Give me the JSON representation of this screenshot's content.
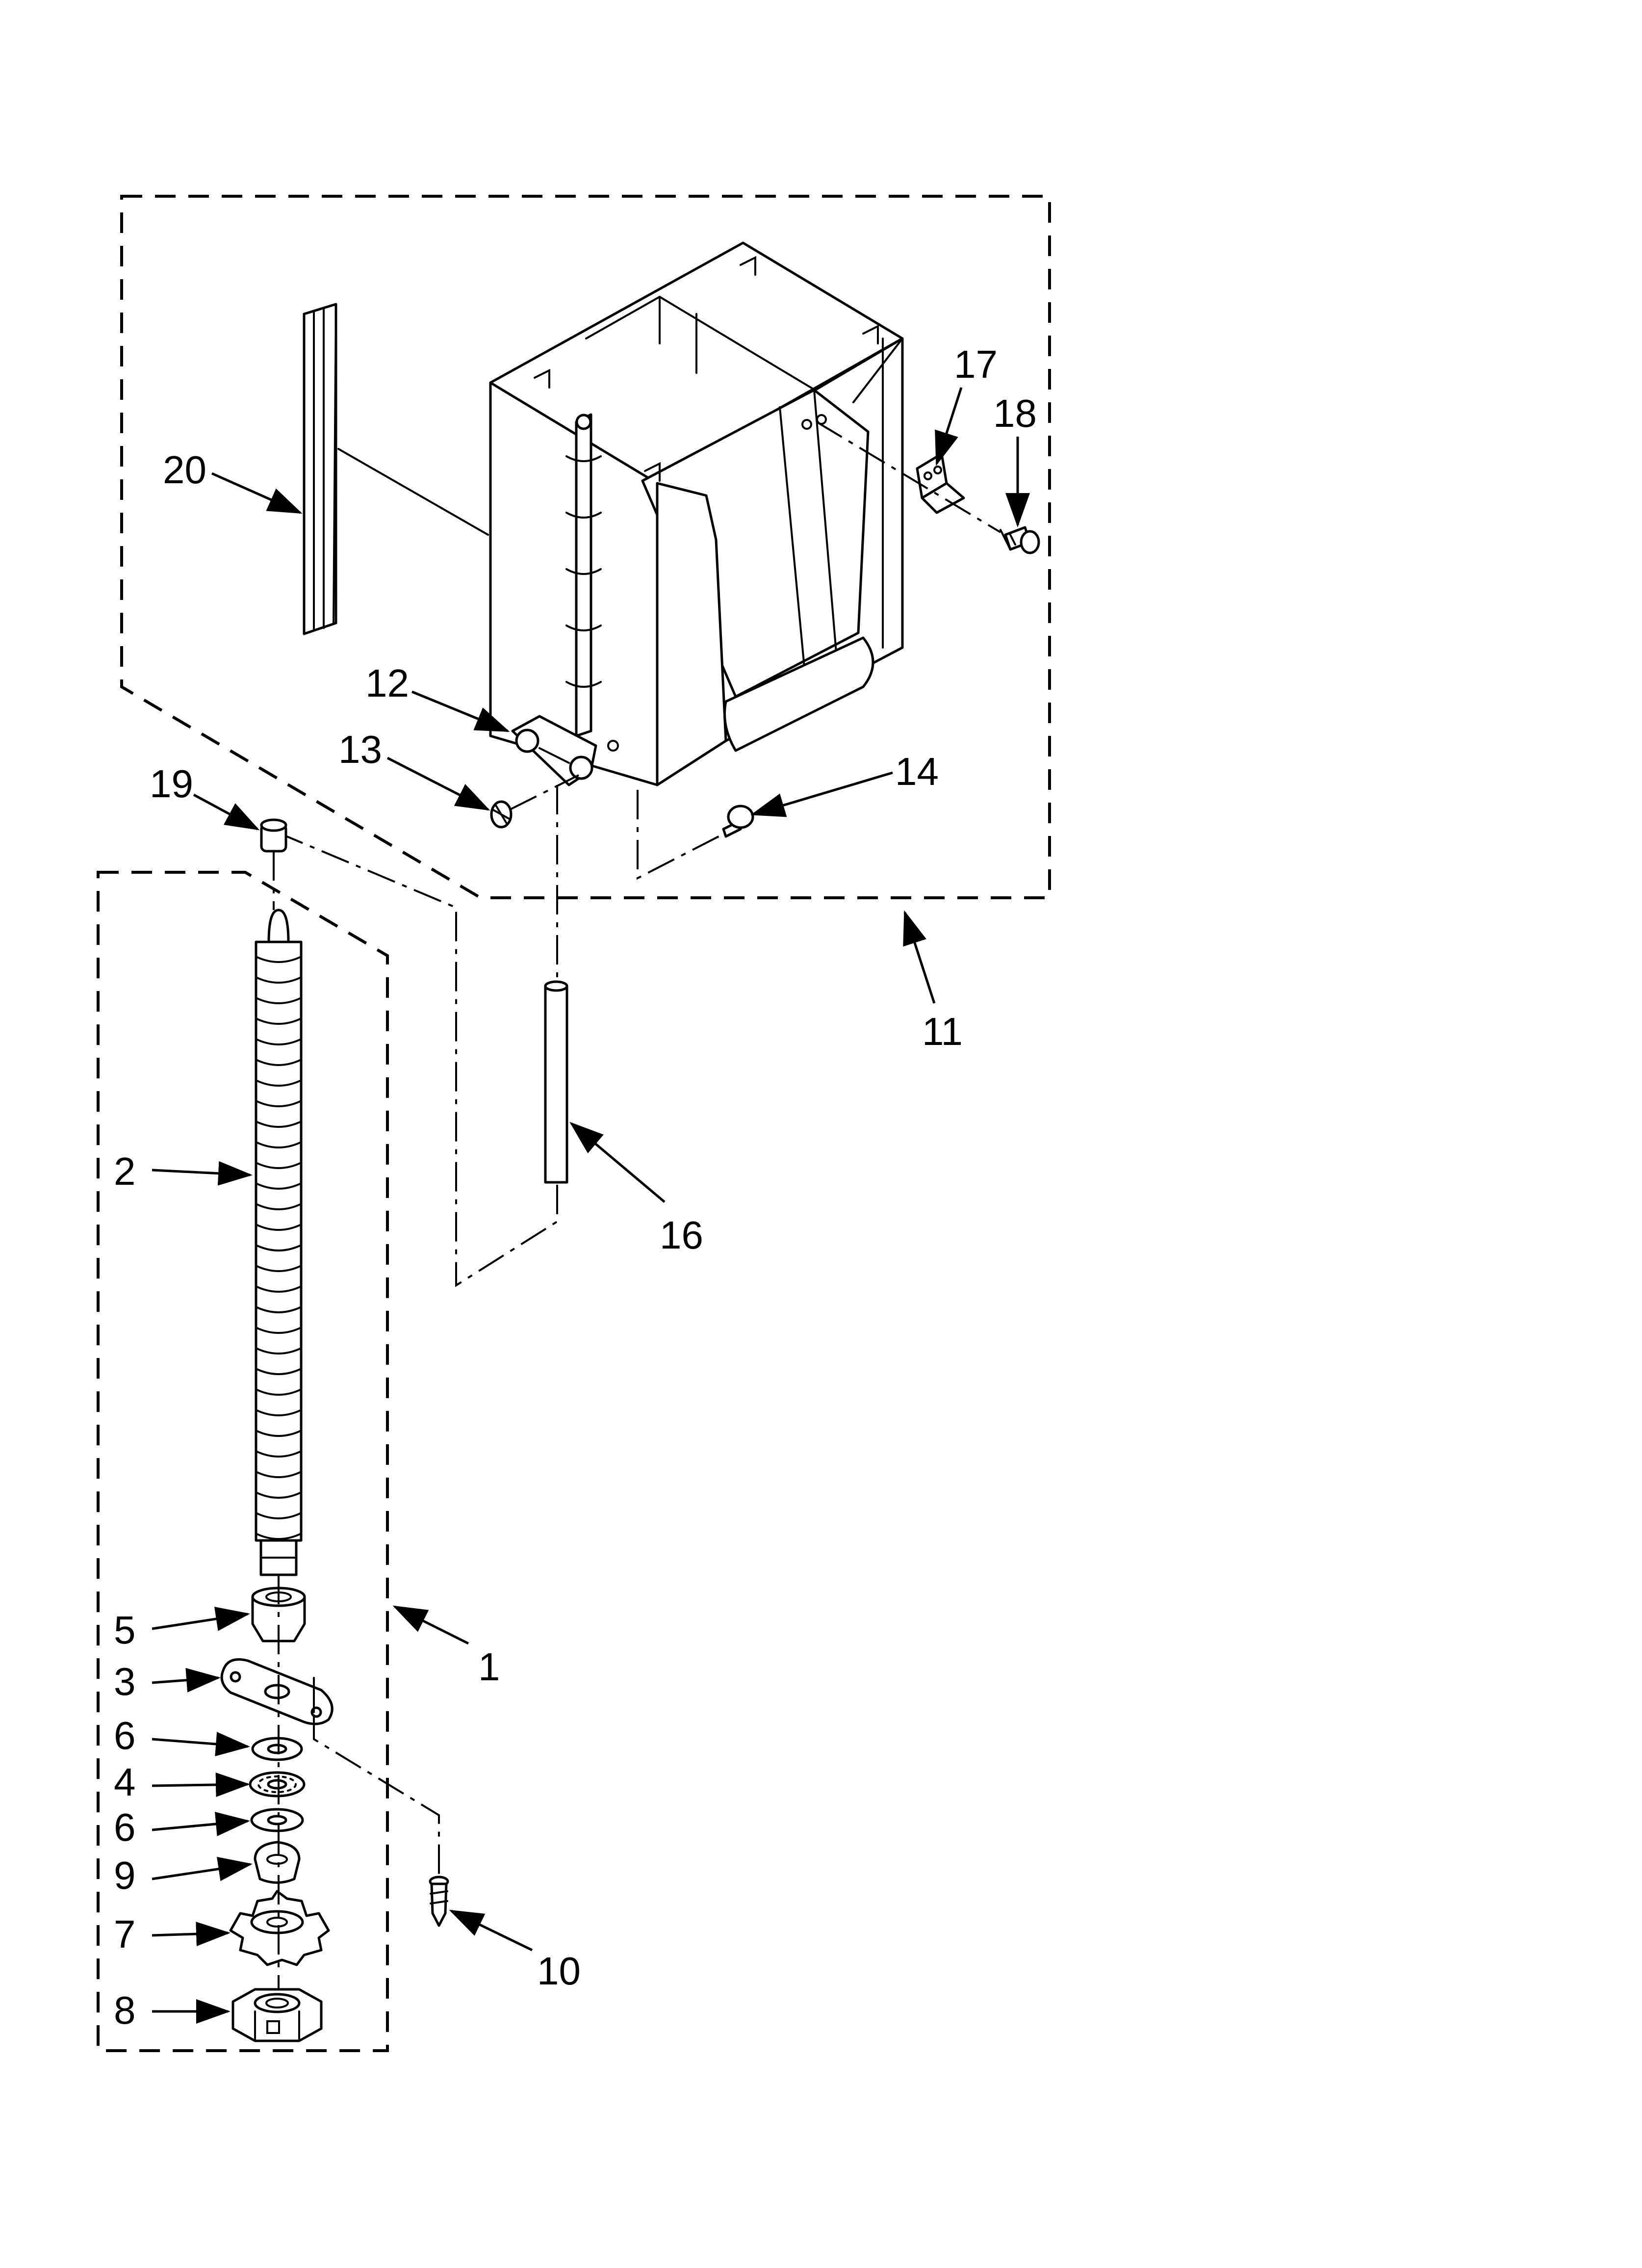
{
  "callouts": {
    "c1": "1",
    "c2": "2",
    "c3": "3",
    "c4": "4",
    "c5": "5",
    "c6a": "6",
    "c6b": "6",
    "c7": "7",
    "c8": "8",
    "c9": "9",
    "c10": "10",
    "c11": "11",
    "c12": "12",
    "c13": "13",
    "c14": "14",
    "c16": "16",
    "c17": "17",
    "c18": "18",
    "c19": "19",
    "c20": "20"
  }
}
